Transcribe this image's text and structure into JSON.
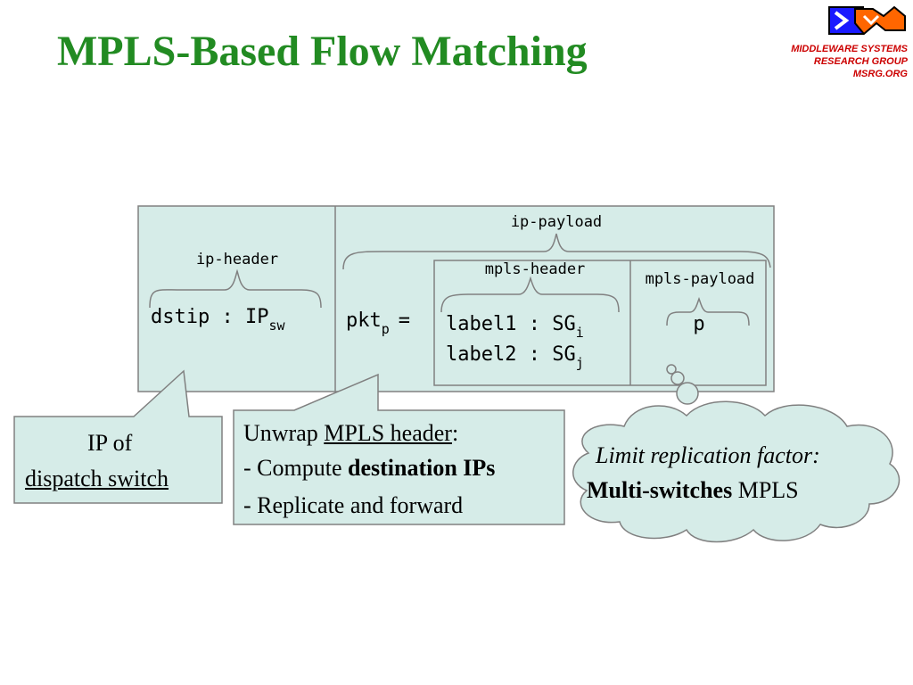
{
  "slide": {
    "title": "MPLS-Based Flow Matching",
    "logo": {
      "line1": "MIDDLEWARE SYSTEMS",
      "line2": "RESEARCH GROUP",
      "line3": "MSRG.ORG",
      "alt": "MSRG logo"
    }
  },
  "packet": {
    "ip_header_label": "ip-header",
    "ip_payload_label": "ip-payload",
    "mpls_header_label": "mpls-header",
    "mpls_payload_label": "mpls-payload",
    "dstip_text": "dstip : IP",
    "dstip_sub": "sw",
    "pkt_text": "pkt",
    "pkt_sub": "p",
    "pkt_eq": "=",
    "label1_text": "label1 : SG",
    "label1_sub": "i",
    "label2_text": "label2 : SG",
    "label2_sub": "j",
    "payload_text": "p"
  },
  "callouts": {
    "ip_of": "IP of",
    "dispatch_switch": "dispatch switch",
    "unwrap_prefix": "Unwrap ",
    "unwrap_link": "MPLS header",
    "unwrap_suffix": ":",
    "compute_prefix": "- Compute ",
    "compute_bold": "destination IPs",
    "replicate": "- Replicate and forward",
    "cloud_line1": "Limit replication factor:",
    "cloud_bold": "Multi-switches",
    "cloud_suffix": " MPLS"
  },
  "colors": {
    "title": "#228B22",
    "box_fill": "#d6ece8",
    "border": "#808080",
    "logo_text": "#cc0000"
  }
}
